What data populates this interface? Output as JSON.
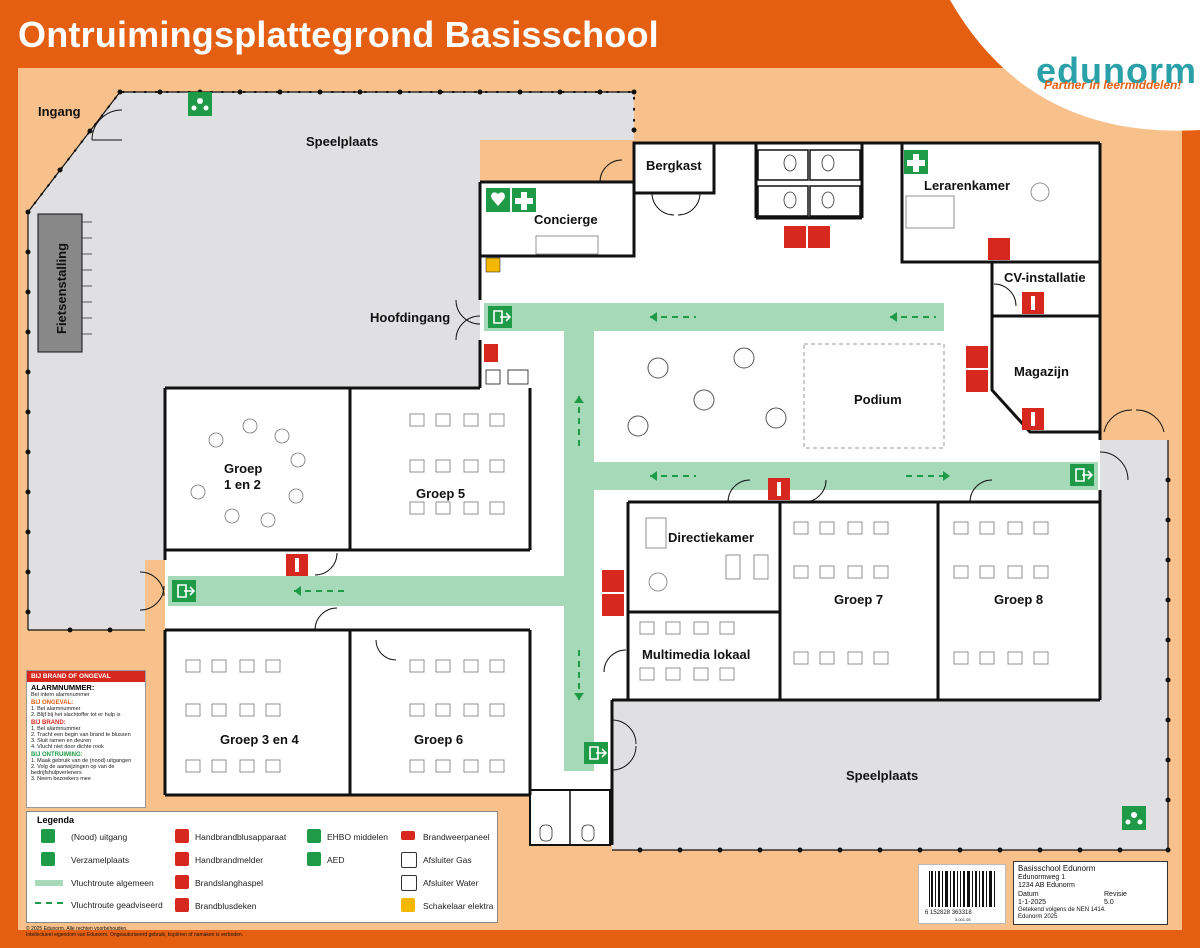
{
  "title": "Ontruimingsplattegrond Basisschool",
  "brand": {
    "name": "edunorm",
    "tagline": "Partner in leermiddelen!",
    "color": "#2aa0a8",
    "accent": "#e45f12"
  },
  "colors": {
    "frame": "#e45f12",
    "background": "#f8c08a",
    "floor": "#ffffff",
    "playground": "#e0e0e2",
    "route": "#a6d9b8",
    "exit": "#1f9b48",
    "fire": "#d7281f"
  },
  "labels": {
    "ingang": "Ingang",
    "speelplaats_top": "Speelplaats",
    "speelplaats_bottom": "Speelplaats",
    "fietsenstalling": "Fietsenstalling",
    "hoofdingang": "Hoofdingang",
    "concierge": "Concierge",
    "bergkast": "Bergkast",
    "lerarenkamer": "Lerarenkamer",
    "cv": "CV-installatie",
    "magazijn": "Magazijn",
    "podium": "Podium",
    "groep12_a": "Groep",
    "groep12_b": "1 en 2",
    "groep5": "Groep 5",
    "directiekamer": "Directiekamer",
    "groep7": "Groep 7",
    "groep8": "Groep 8",
    "multimedia": "Multimedia lokaal",
    "groep34": "Groep  3 en 4",
    "groep6": "Groep 6"
  },
  "alarm": {
    "header": "BIJ BRAND OF ONGEVAL",
    "number_title": "ALARMNUMMER:",
    "number_sub": "Bel intern alarmnummer",
    "ongeval_title": "BIJ ONGEVAL:",
    "ongeval_1": "1. Bel alarmnummer",
    "ongeval_2": "2. Blijf bij het slachtoffer tot er hulp is",
    "brand_title": "BIJ BRAND:",
    "brand_1": "1. Bel alarmnummer",
    "brand_2": "2. Tracht een begin van brand te blussen",
    "brand_3": "3. Sluit ramen en deuren",
    "brand_4": "4. Vlucht niet door dichte rook",
    "ontruiming_title": "BIJ ONTRUIMING:",
    "ontruiming_1": "1. Maak gebruik van de (nood) uitgangen",
    "ontruiming_2": "2. Volg de aanwijzingen op van de bedrijfshulpverleners",
    "ontruiming_3": "3. Neem bezoekers mee"
  },
  "legend": {
    "title": "Legenda",
    "items": [
      {
        "label": "(Nood) uitgang",
        "icon": "exit-icon"
      },
      {
        "label": "Verzamelplaats",
        "icon": "assembly-point-icon"
      },
      {
        "label": "Vluchtroute algemeen",
        "icon": "route-bar-icon"
      },
      {
        "label": "Vluchtroute geadviseerd",
        "icon": "route-arrow-icon"
      },
      {
        "label": "Handbrandblusapparaat",
        "icon": "fire-extinguisher-icon"
      },
      {
        "label": "Handbrandmelder",
        "icon": "fire-alarm-icon"
      },
      {
        "label": "Brandslanghaspel",
        "icon": "fire-hose-icon"
      },
      {
        "label": "Brandblusdeken",
        "icon": "fire-blanket-icon"
      },
      {
        "label": "EHBO middelen",
        "icon": "first-aid-icon"
      },
      {
        "label": "AED",
        "icon": "aed-icon"
      },
      {
        "label": "Brandweerpaneel",
        "icon": "fire-panel-icon"
      },
      {
        "label": "Afsluiter Gas",
        "icon": "gas-valve-icon"
      },
      {
        "label": "Afsluiter Water",
        "icon": "water-valve-icon"
      },
      {
        "label": "Schakelaar elektra",
        "icon": "electric-switch-icon"
      }
    ]
  },
  "titleblock": {
    "name": "Basisschool   Edunorm",
    "street": "Edunormweg 1",
    "city": "1234 AB  Edunorm",
    "date_label": "Datum",
    "date": "1-1-2025",
    "rev_label": "Revisie",
    "rev": "5.0",
    "drawn": "Getekend volgens de NEN 1414.",
    "owner": "Edunorm 2025"
  },
  "barcode": {
    "number": "6  152828   363318",
    "code": "3.001.05"
  },
  "copyright": {
    "line1": "© 2025 Edunorm. Alle rechten voorbehouden.",
    "line2": "Intellectueel eigendom van Edunorm. Ongeautoriseerd gebruik, kopiëren of namaken is verboden."
  }
}
